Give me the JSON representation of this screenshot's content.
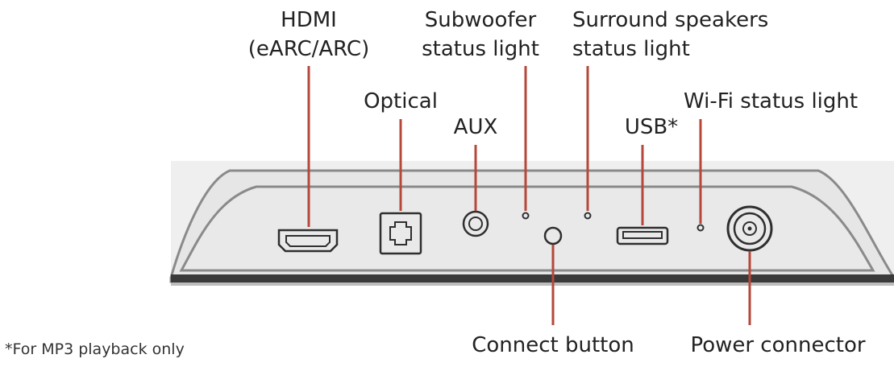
{
  "labels": {
    "hdmi_line1": "HDMI",
    "hdmi_line2": "(eARC/ARC)",
    "optical": "Optical",
    "aux": "AUX",
    "subwoofer_line1": "Subwoofer",
    "subwoofer_line2": "status light",
    "surround_line1": "Surround speakers",
    "surround_line2": "status light",
    "usb": "USB*",
    "wifi": "Wi-Fi status light",
    "connect": "Connect button",
    "power": "Power connector"
  },
  "footnote": "*For MP3 playback only",
  "colors": {
    "leader_line": "#b5483a",
    "panel_fill": "#ebebeb",
    "panel_outline": "#8a8a8a",
    "base_bar": "#3a3a3a",
    "text": "#222222"
  }
}
